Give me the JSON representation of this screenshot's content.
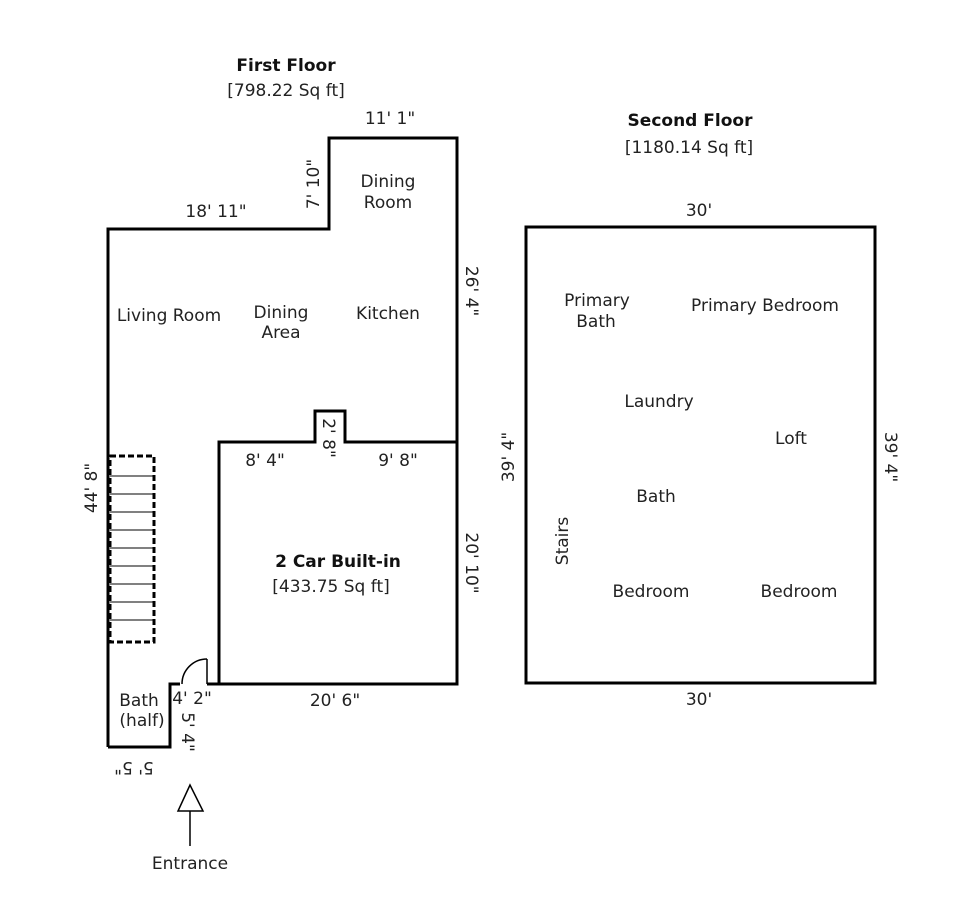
{
  "first_floor": {
    "title": "First Floor",
    "area": "[798.22 Sq ft]",
    "rooms": {
      "dining_room_line1": "Dining",
      "dining_room_line2": "Room",
      "living_room": "Living Room",
      "dining_area_line1": "Dining",
      "dining_area_line2": "Area",
      "kitchen": "Kitchen",
      "bath_line1": "Bath",
      "bath_line2": "(half)"
    },
    "dims": {
      "top_dining": "11' 1\"",
      "dining_height": "7' 10\"",
      "living_width": "18' 11\"",
      "right_upper": "26' 4\"",
      "left_total": "44' 8\"",
      "garage_left_top": "8' 4\"",
      "notch": "2' 8\"",
      "garage_right_top": "9' 8\"",
      "garage_right": "20' 10\"",
      "garage_bottom": "20' 6\"",
      "entry_width": "4' 2\"",
      "entry_depth": "5' 4\"",
      "bath_width": "5' 5\""
    },
    "entrance": "Entrance"
  },
  "garage": {
    "title": "2 Car Built-in",
    "area": "[433.75 Sq ft]"
  },
  "second_floor": {
    "title": "Second Floor",
    "area": "[1180.14 Sq ft]",
    "rooms": {
      "primary_bath_line1": "Primary",
      "primary_bath_line2": "Bath",
      "primary_bedroom": "Primary Bedroom",
      "laundry": "Laundry",
      "loft": "Loft",
      "bath": "Bath",
      "stairs": "Stairs",
      "bedroom_left": "Bedroom",
      "bedroom_right": "Bedroom"
    },
    "dims": {
      "top": "30'",
      "bottom": "30'",
      "left": "39' 4\"",
      "right": "39' 4\""
    }
  }
}
